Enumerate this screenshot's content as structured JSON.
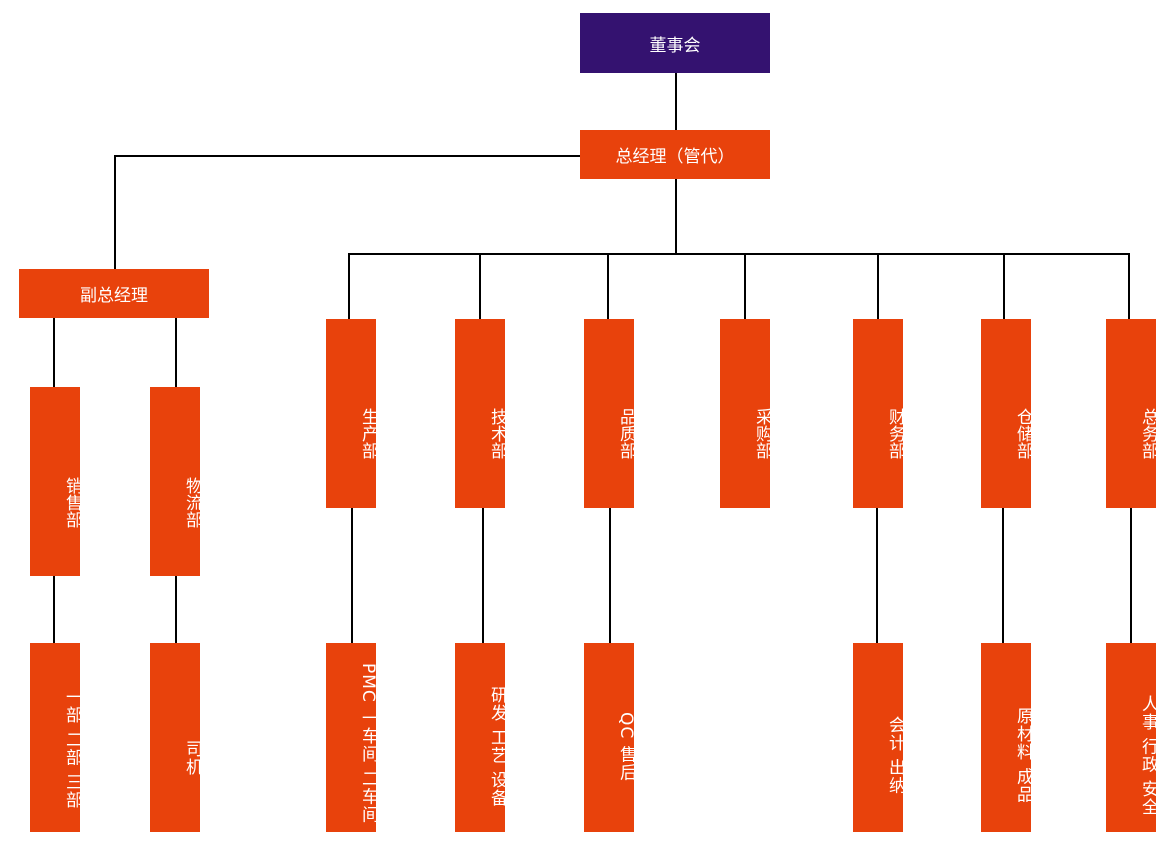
{
  "colors": {
    "board": "#341270",
    "dept": "#E8420C",
    "line": "#000000",
    "text": "#ffffff"
  },
  "nodes": {
    "board": "董事会",
    "gm": "总经理（管代）",
    "deputy_gm": "副总经理",
    "sales": "销售部",
    "logistics": "物流部",
    "production": "生产部",
    "technology": "技术部",
    "quality": "品质部",
    "purchasing": "采购部",
    "finance": "财务部",
    "warehouse": "仓储部",
    "general_affairs": "总务部"
  },
  "sub_units": {
    "sales": "一部 二部 三部",
    "logistics": "司机",
    "production": "PMC 一车间 二车间",
    "technology": "研发 工艺 设备",
    "quality": "QC 售后",
    "finance": "会计 出纳",
    "warehouse": "原材料 成品",
    "general_affairs": "人事 行政 安全"
  }
}
